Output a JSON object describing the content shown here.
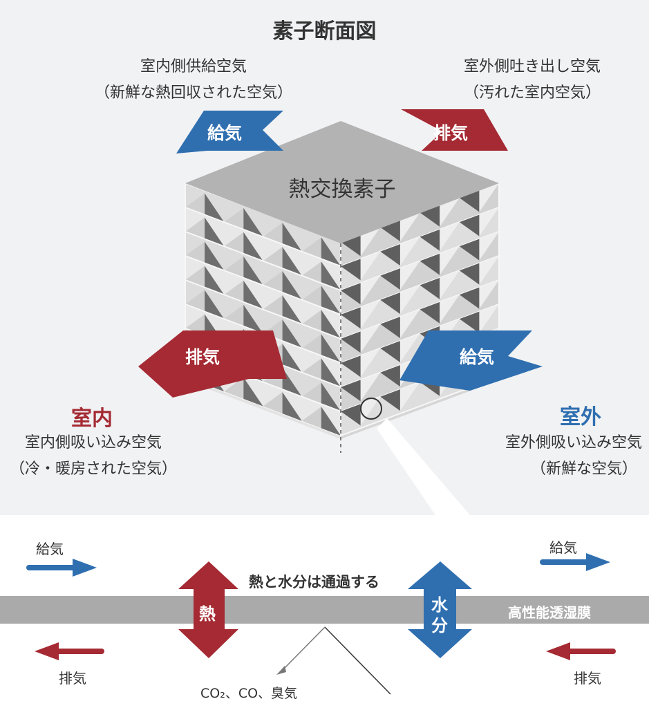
{
  "title": "素子断面図",
  "top_left_caption": {
    "line1": "室内側供給空気",
    "line2": "（新鮮な熱回収された空気）"
  },
  "top_right_caption": {
    "line1": "室外側吐き出し空気",
    "line2": "（汚れた室内空気）"
  },
  "arrows": {
    "top_left": "給気",
    "top_right": "排気",
    "mid_left": "排気",
    "mid_right": "給気"
  },
  "core_label": "熱交換素子",
  "indoor": {
    "label": "室内",
    "line1": "室内側吸い込み空気",
    "line2": "（冷・暖房された空気）"
  },
  "outdoor": {
    "label": "室外",
    "line1": "室外側吸い込み空気",
    "line2": "（新鮮な空気）"
  },
  "membrane": {
    "supply_left": "給気",
    "exhaust_left": "排気",
    "supply_right": "給気",
    "exhaust_right": "排気",
    "pass_text": "熱と水分は通過する",
    "heat": "熱",
    "water_line1": "水",
    "water_line2": "分",
    "membrane_label": "高性能透湿膜",
    "blocked": "CO₂、CO、臭気"
  },
  "colors": {
    "red": "#a52a33",
    "blue": "#2f6fb0",
    "gray": "#aaaaaa"
  }
}
